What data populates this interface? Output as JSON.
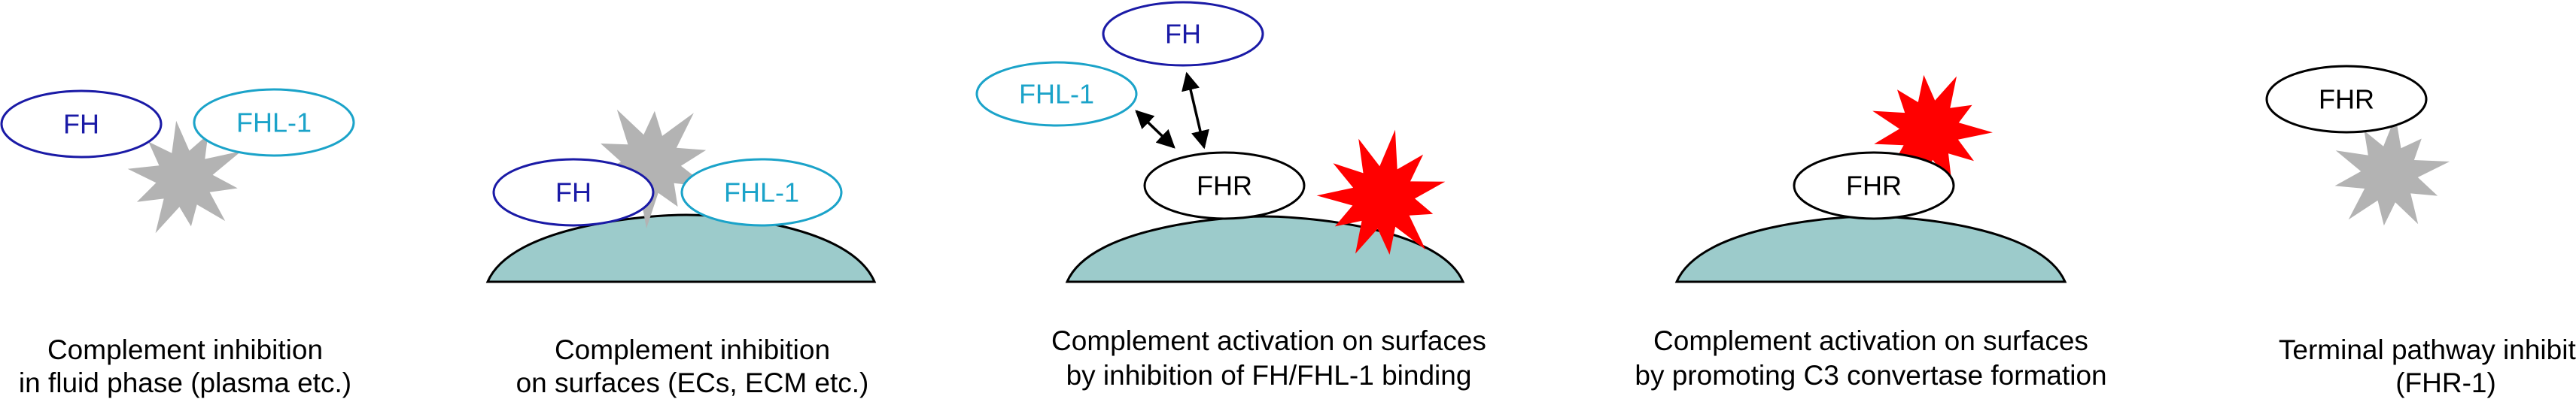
{
  "labels": {
    "fh": "FH",
    "fhl1": "FHL-1",
    "fhr": "FHR"
  },
  "captions": [
    {
      "line1": "Complement inhibition",
      "line2": "in fluid phase (plasma etc.)"
    },
    {
      "line1": "Complement inhibition",
      "line2": "on surfaces (ECs, ECM etc.)"
    },
    {
      "line1": "Complement activation on surfaces",
      "line2": "by inhibition of FH/FHL-1 binding"
    },
    {
      "line1": "Complement activation on surfaces",
      "line2": "by promoting C3 convertase formation"
    },
    {
      "line1": "Terminal pathway inhibition",
      "line2": "(FHR-1)"
    }
  ],
  "colors": {
    "fh": "#1a1aa6",
    "fhl1": "#1ba3c9",
    "fhr": "#000000",
    "complement_inactive": "#b3b3b3",
    "complement_active": "#ff0000",
    "surface_fill": "#9ccbcb",
    "surface_stroke": "#000000"
  },
  "icons": {
    "complement": "starburst-icon",
    "surface": "cell-surface-dome",
    "binding": "double-headed-arrow"
  }
}
